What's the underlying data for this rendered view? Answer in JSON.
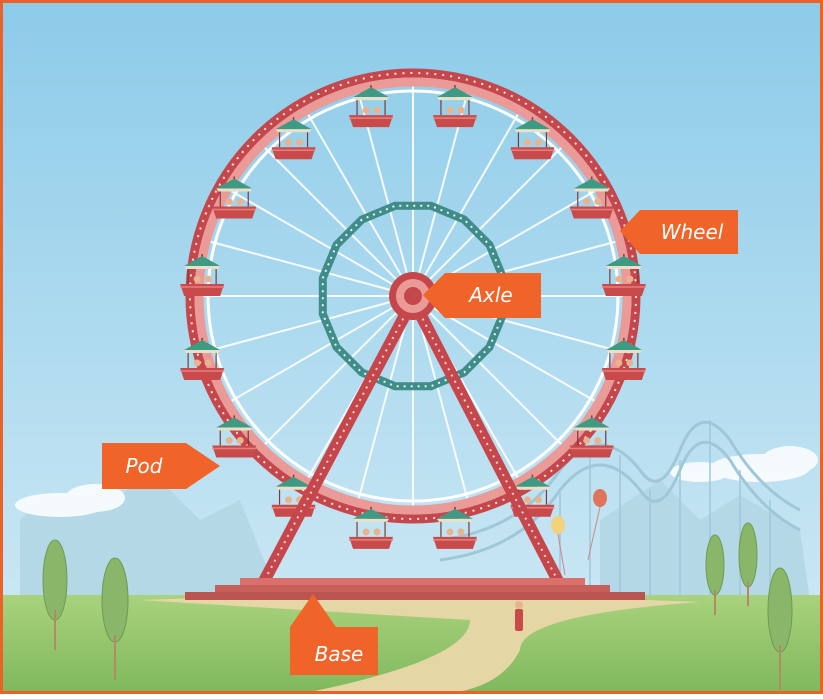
{
  "labels": {
    "wheel": "Wheel",
    "axle": "Axle",
    "pod": "Pod",
    "base": "Base"
  },
  "colors": {
    "frame": "#e8622a",
    "label_bg": "#f0642a",
    "label_text": "#ffffff",
    "sky_top": "#8ccbe9",
    "sky_bottom": "#cce7f3",
    "grass": "#8dc26a",
    "wheel_red": "#c6474b",
    "wheel_pink": "#ea9a97",
    "inner_teal": "#3f8c88",
    "pod_red": "#c94a4a",
    "canopy_green": "#3f9a84",
    "path": "#e0cf9f"
  }
}
